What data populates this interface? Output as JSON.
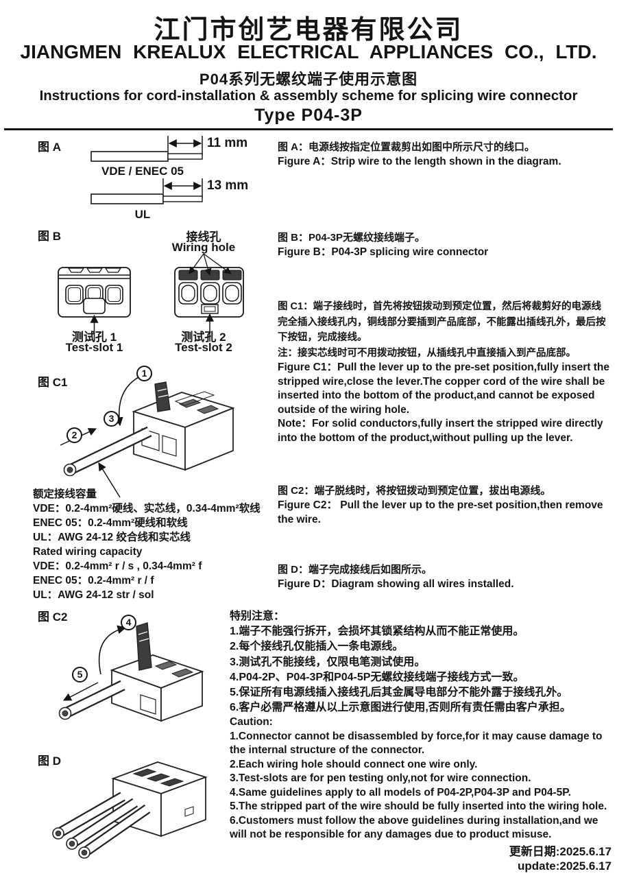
{
  "header": {
    "company_cn": "江门市创艺电器有限公司",
    "company_en": "JIANGMEN KREALUX ELECTRICAL APPLIANCES CO., LTD.",
    "series_cn": "P04系列无螺纹端子使用示意图",
    "series_en": "Instructions for cord-installation & assembly scheme for splicing wire connector",
    "type_label": "Type P04-3P"
  },
  "figure_a": {
    "label": "图 A",
    "wire1_dim": "11 mm",
    "wire1_standard": "VDE / ENEC 05",
    "wire2_dim": "13 mm",
    "wire2_standard": "UL",
    "desc_cn": "图 A：电源线按指定位置裁剪出如图中所示尺寸的线口。",
    "desc_en": "Figure A：Strip wire to the length shown in the diagram."
  },
  "figure_b": {
    "label": "图 B",
    "wiring_hole_cn": "接线孔",
    "wiring_hole_en": "Wiring hole",
    "test_slot1_cn": "测试孔 1",
    "test_slot1_en": "Test-slot 1",
    "test_slot2_cn": "测试孔 2",
    "test_slot2_en": "Test-slot 2",
    "desc_cn": "图 B：P04-3P无螺纹接线端子。",
    "desc_en": "Figure B：P04-3P splicing wire connector"
  },
  "figure_c1": {
    "label": "图 C1",
    "steps": [
      "1",
      "2",
      "3"
    ],
    "desc_cn": "图 C1：端子接线时，首先将按钮拨动到预定位置，然后将裁剪好的电源线完全插入接线孔内，铜线部分要插到产品底部，不能露出插线孔外，最后按下按钮，完成接线。",
    "note_cn": "注：接实芯线时可不用拨动按钮，从插线孔中直接插入到产品底部。",
    "desc_en": "Figure C1：Pull the lever up to the pre-set position,fully insert the stripped wire,close the lever.The copper cord of the wire shall be inserted into the bottom of the product,and cannot be exposed outside of the wiring hole.",
    "note_en": "Note：For solid conductors,fully insert the stripped wire directly into the bottom of the product,without pulling up the lever."
  },
  "rated_capacity": {
    "title_cn": "额定接线容量",
    "line1_cn": "VDE：0.2-4mm²硬线、实芯线，0.34-4mm²软线",
    "line2_cn": "ENEC 05：0.2-4mm²硬线和软线",
    "line3_cn": "UL：AWG 24-12 绞合线和实芯线",
    "title_en": "Rated wiring capacity",
    "line1_en": "VDE：0.2-4mm² r / s , 0.34-4mm² f",
    "line2_en": "ENEC 05：0.2-4mm² r / f",
    "line3_en": "UL：AWG 24-12 str / sol"
  },
  "figure_c2": {
    "label": "图 C2",
    "steps": [
      "4",
      "5"
    ],
    "desc_cn": "图 C2：端子脱线时，将按钮拨动到预定位置，拔出电源线。",
    "desc_en": "Figure C2： Pull the lever up to the pre-set position,then remove the wire."
  },
  "figure_d": {
    "label": "图 D",
    "desc_cn": "图 D：端子完成接线后如图所示。",
    "desc_en": "Figure D：Diagram showing all wires installed."
  },
  "special_notes": {
    "title_cn": "特别注意：",
    "items_cn": [
      "1.端子不能强行拆开，会损坏其锁紧结构从而不能正常使用。",
      "2.每个接线孔仅能插入一条电源线。",
      "3.测试孔不能接线，仅限电笔测试使用。",
      "4.P04-2P、P04-3P和P04-5P无螺纹接线端子接线方式一致。",
      "5.保证所有电源线插入接线孔后其金属导电部分不能外露于接线孔外。",
      "6.客户必需严格遵从以上示意图进行使用,否则所有责任需由客户承担。"
    ],
    "title_en": "Caution:",
    "items_en": [
      "1.Connector cannot be disassembled by force,for it may cause damage to the internal structure of the connector.",
      "2.Each wiring hole should connect one wire only.",
      "3.Test-slots are for pen testing only,not for wire connection.",
      "4.Same guidelines apply to all models of P04-2P,P04-3P and P04-5P.",
      "5.The stripped part of the wire should be fully inserted into the wiring hole.",
      "6.Customers must follow the above guidelines during installation,and we will not be responsible for any damages due to product misuse."
    ]
  },
  "footer": {
    "update_cn": "更新日期:2025.6.17",
    "update_en": "update:2025.6.17"
  },
  "colors": {
    "ink": "#141414",
    "paper": "#ffffff",
    "hatch_dark": "#3c3c3c"
  }
}
